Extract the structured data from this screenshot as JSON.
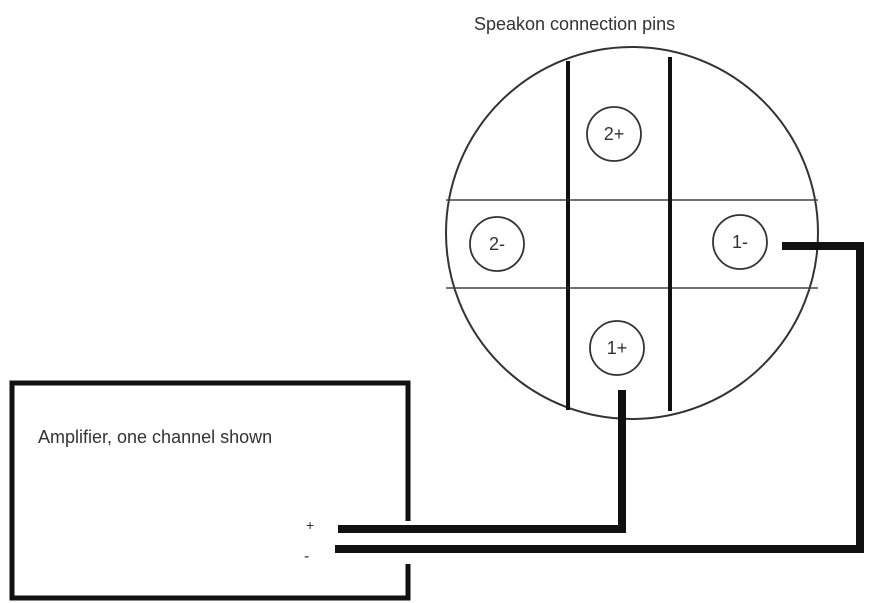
{
  "title": "Speakon connection pins",
  "amplifier": {
    "label": "Amplifier, one channel shown",
    "plus_terminal": "+",
    "minus_terminal": "-"
  },
  "pins": {
    "top": "2+",
    "left": "2-",
    "right": "1-",
    "bottom": "1+"
  },
  "colors": {
    "line": "#111111",
    "text": "#333333",
    "background": "#ffffff"
  }
}
